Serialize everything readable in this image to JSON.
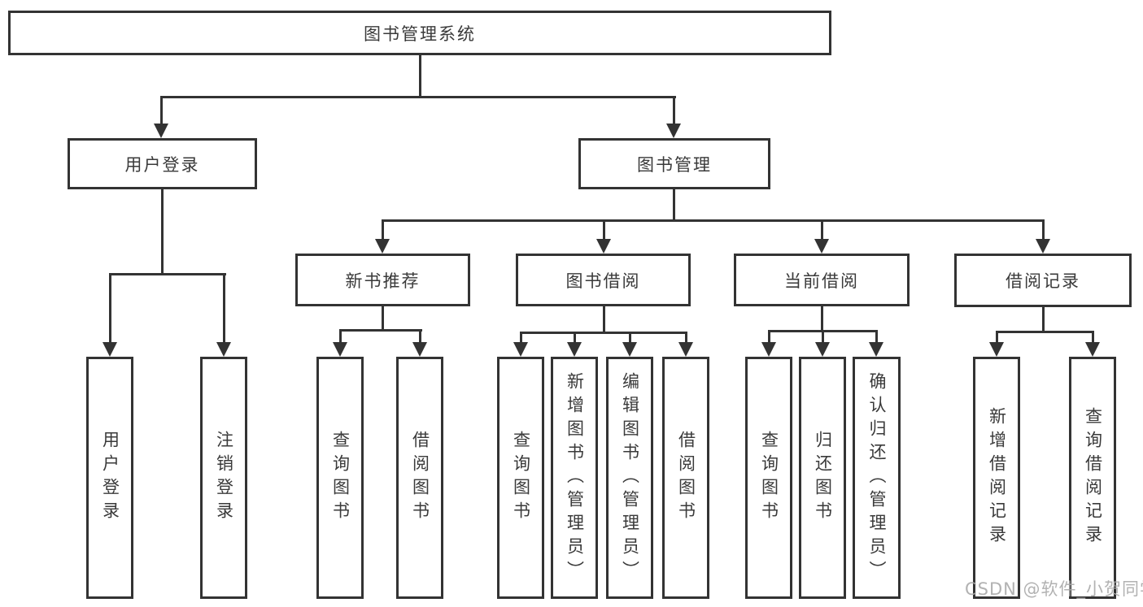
{
  "tree": {
    "root": "图书管理系统",
    "branches": [
      {
        "id": "user-login",
        "label": "用户登录",
        "children": [
          "用户登录",
          "注销登录"
        ]
      },
      {
        "id": "book-management",
        "label": "图书管理",
        "sections": [
          {
            "label": "新书推荐",
            "children": [
              "查询图书",
              "借阅图书"
            ]
          },
          {
            "label": "图书借阅",
            "children": [
              "查询图书",
              "新增图书（管理员）",
              "编辑图书（管理员）",
              "借阅图书"
            ]
          },
          {
            "label": "当前借阅",
            "children": [
              "查询图书",
              "归还图书",
              "确认归还（管理员）"
            ]
          },
          {
            "label": "借阅记录",
            "children": [
              "新增借阅记录",
              "查询借阅记录"
            ]
          }
        ]
      }
    ]
  },
  "watermark": "CSDN @软件_小贺同学",
  "colors": {
    "line": "#333333",
    "text": "#3a3a3a",
    "background": "#ffffff",
    "watermark": "#aaaaaa"
  }
}
